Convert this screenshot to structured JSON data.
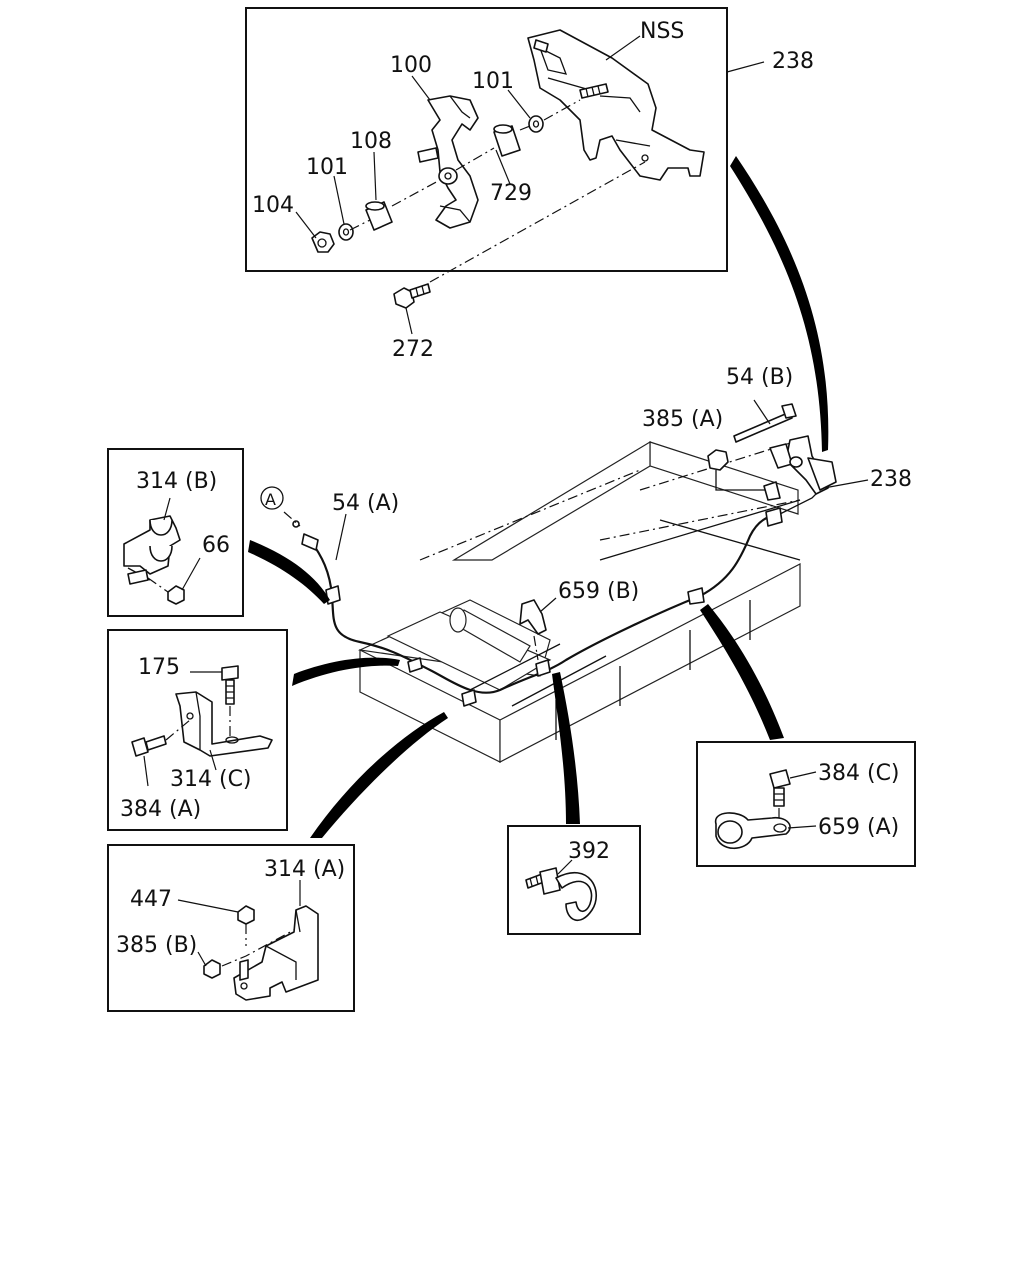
{
  "labels": {
    "nss": "NSS",
    "p238_top": "238",
    "p100": "100",
    "p101_a": "101",
    "p101_b": "101",
    "p108": "108",
    "p104": "104",
    "p729": "729",
    "p272": "272",
    "p54b": "54 (B)",
    "p385a": "385 (A)",
    "p238_right": "238",
    "p314b": "314 (B)",
    "p66": "66",
    "circle_a": "A",
    "p54a": "54 (A)",
    "p659b": "659 (B)",
    "p175": "175",
    "p314c": "314 (C)",
    "p384a": "384 (A)",
    "p384c": "384 (C)",
    "p659a": "659 (A)",
    "p392": "392",
    "p314a": "314 (A)",
    "p447": "447",
    "p385b": "385 (B)"
  }
}
